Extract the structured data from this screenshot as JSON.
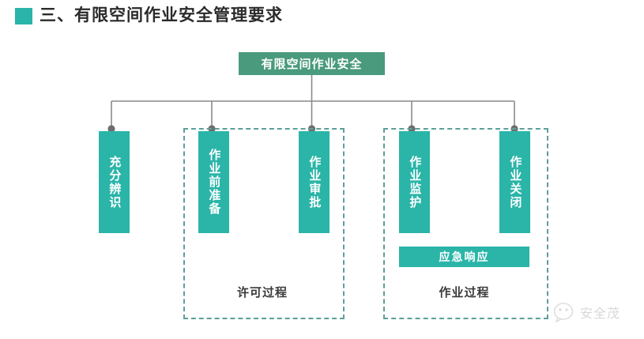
{
  "heading": {
    "marker_color": "#2ab5a8",
    "text": "三、有限空间作业安全管理要求"
  },
  "diagram": {
    "root": {
      "label": "有限空间作业安全",
      "color": "#4a9a7d"
    },
    "stages": [
      {
        "label": "充分辨识",
        "color": "#2ab5a8"
      },
      {
        "label": "作业前准备",
        "color": "#2ab5a8"
      },
      {
        "label": "作业审批",
        "color": "#2ab5a8"
      },
      {
        "label": "作业监护",
        "color": "#2ab5a8"
      },
      {
        "label": "作业关闭",
        "color": "#2ab5a8"
      }
    ],
    "emergency": {
      "label": "应急响应",
      "color": "#2ab5a8"
    },
    "groups": [
      {
        "label": "许可过程",
        "border_color": "#5d9f9b"
      },
      {
        "label": "作业过程",
        "border_color": "#5d9f9b"
      }
    ],
    "connector_color": "#8a8a8a",
    "node_dot_color": "#6e6e6e"
  },
  "watermark": {
    "icon": "chat-face-logo-icon",
    "text": "安全茂",
    "color": "#b9b9b9"
  }
}
